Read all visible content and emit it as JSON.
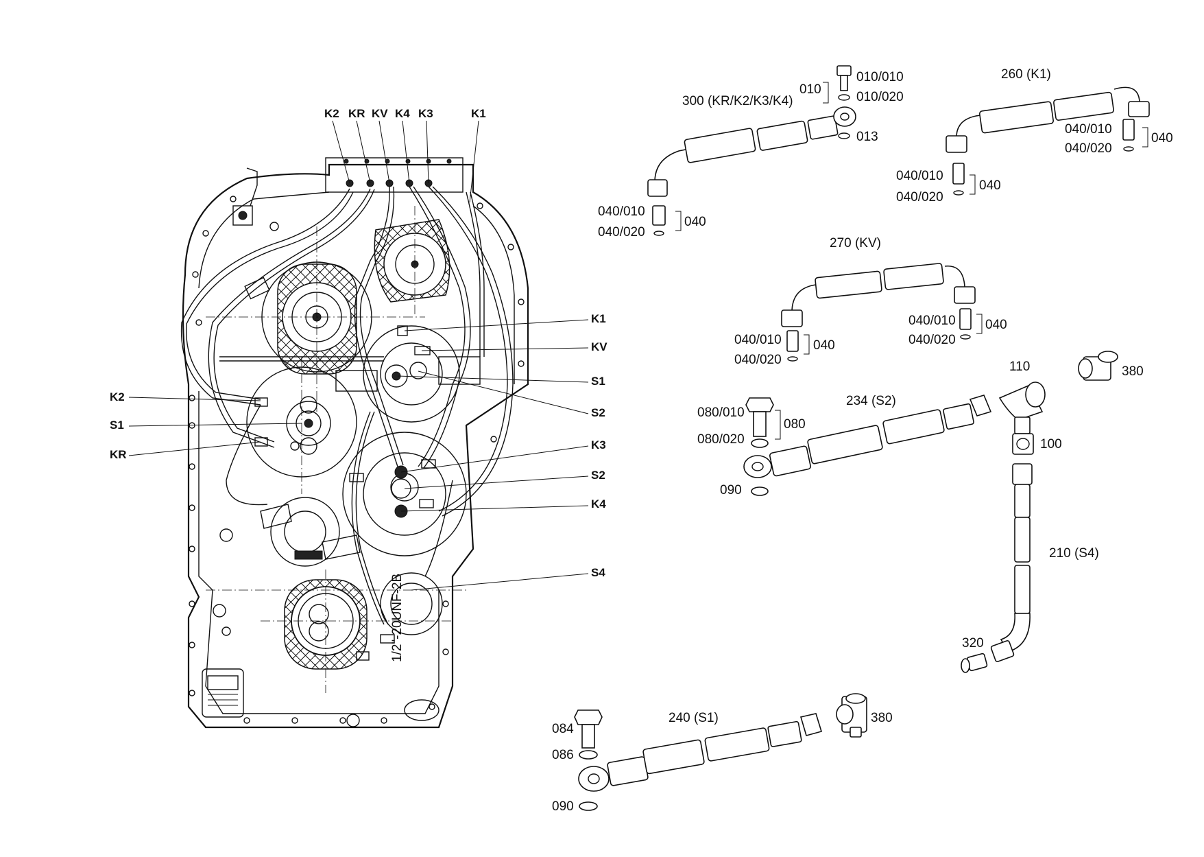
{
  "transmission_labels": {
    "top": [
      "K2",
      "KR",
      "KV",
      "K4",
      "K3",
      "K1"
    ],
    "left": [
      "K2",
      "S1",
      "KR"
    ],
    "right": [
      "K1",
      "KV",
      "S1",
      "S2",
      "K3",
      "S2",
      "K4",
      "S4"
    ]
  },
  "parts": {
    "p300": {
      "title": "300 (KR/K2/K3/K4)",
      "p010": "010",
      "p010_010": "010/010",
      "p010_020": "010/020",
      "p013": "013",
      "p040_010": "040/010",
      "p040_020": "040/020",
      "p040": "040"
    },
    "p260": {
      "title": "260 (K1)",
      "p040_010a": "040/010",
      "p040_020a": "040/020",
      "p040a": "040",
      "p040_010b": "040/010",
      "p040_020b": "040/020",
      "p040b": "040"
    },
    "p270": {
      "title": "270  (KV)",
      "p040_010a": "040/010",
      "p040_020a": "040/020",
      "p040a": "040",
      "p040_010b": "040/010",
      "p040_020b": "040/020",
      "p040b": "040"
    },
    "p234": {
      "title": "234 (S2)",
      "p080_010": "080/010",
      "p080_020": "080/020",
      "p080": "080",
      "p090": "090",
      "p110": "110",
      "p100": "100",
      "p380": "380"
    },
    "p210": {
      "title": "210 (S4)",
      "p320": "320"
    },
    "p240": {
      "title": "240 (S1)",
      "p084": "084",
      "p086": "086",
      "p090": "090",
      "p380": "380"
    }
  },
  "stamp_text": "1/2\"-20UNF-2B"
}
